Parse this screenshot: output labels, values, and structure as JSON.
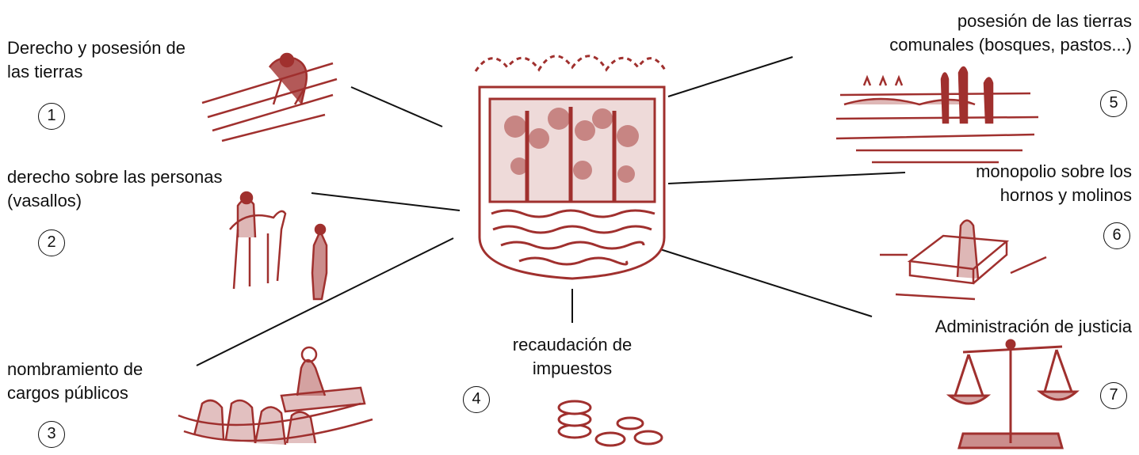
{
  "colors": {
    "ink": "#a0302e",
    "line": "#111111",
    "text": "#111111"
  },
  "center_emblem": {
    "icon": "coat-of-arms-icon"
  },
  "powers": [
    {
      "number": "1",
      "lines": [
        "Derecho y posesión de",
        "las tierras"
      ],
      "icon": "farmer-plowing-icon"
    },
    {
      "number": "2",
      "lines": [
        "derecho sobre las personas",
        "(vasallos)"
      ],
      "icon": "knight-and-vassal-icon"
    },
    {
      "number": "3",
      "lines": [
        "nombramiento de",
        "cargos públicos"
      ],
      "icon": "assembly-icon"
    },
    {
      "number": "4",
      "lines": [
        "recaudación  de",
        "impuestos"
      ],
      "icon": "coins-icon"
    },
    {
      "number": "5",
      "lines": [
        "posesión de las tierras",
        "comunales (bosques, pastos...)"
      ],
      "icon": "landscape-icon"
    },
    {
      "number": "6",
      "lines": [
        "monopolio sobre los",
        "hornos y molinos"
      ],
      "icon": "mill-oven-icon"
    },
    {
      "number": "7",
      "lines": [
        "Administración de justicia"
      ],
      "icon": "scales-icon"
    }
  ]
}
